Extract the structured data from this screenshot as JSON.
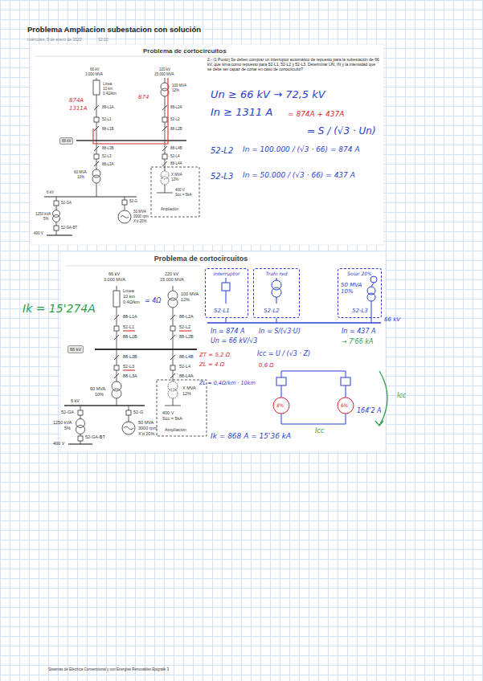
{
  "diagram": {
    "title": "Problema Ampliacion subestacion con solución",
    "nodes": [
      {
        "text": [
          "Problema de cortocircuitos",
          "2.- (1 Punto) Se deben comprar un interruptor automático de repuesto para la subestación de 66 kV, que sirva como repuesto para 52-L1, 52-L2 y 52-L3. Determinar UN, IN y la intensidad que se debe ser capaz de cortar en caso de cortocircuito?"
        ]
      },
      {
        "text": [
          "66 kV"
        ],
        "in": 0
      },
      {
        "text": [
          "Problema de cortocircuitos"
        ]
      },
      {
        "text": [
          "66 kV"
        ],
        "in": 2
      },
      {
        "text": [
          "Interruptor"
        ],
        "in": 2
      },
      {
        "text": [
          "Trafo red"
        ],
        "in": 2
      },
      {
        "text": [
          "Solar 20%"
        ],
        "in": 2
      }
    ],
    "labels": [
      "miércoles, 5 de enero de 2022",
      "12:22",
      "66 kV",
      "3.000 MVA",
      "220 kV",
      "15.000 MVA",
      "Línea",
      "10 km",
      "0,4Ω/km",
      "100 MVA",
      "12%",
      "88-L1A",
      "52-L1",
      "88-L1B",
      "88-L2A",
      "52-L2",
      "88-L2B",
      "88-L3B",
      "52-L3",
      "88-L3A",
      "88-L4B",
      "52-L4",
      "88-L4A",
      "60 MVA",
      "10%",
      "X MVA",
      "12%",
      "400 V",
      "Scc = 5kA",
      "Ampliación",
      "6 kV",
      "52-GA",
      "1250 kVA",
      "5%",
      "52-GA-BT",
      "400 V",
      "52-G",
      "50 MVA",
      "3000 rpm",
      "X'd 20%",
      "874A",
      "1311A",
      "874",
      "Un ≥ 66 kV → 72,5 kV",
      "In ≥ 1311 A",
      "= 874A + 437A",
      "= S / (√3 · Un)",
      "52-L2",
      "In = 100.000 / (√3 · 66) = 874 A",
      "52-L3",
      "In = 50.000 / (√3 · 66) = 437 A",
      "66 kV",
      "3.000 MVA",
      "220 kV",
      "15.000 MVA",
      "Línea",
      "10 km",
      "0,4Ω/km",
      "100 MVA",
      "12%",
      "88-L1A",
      "52-L1",
      "88-L1B",
      "88-L2A",
      "52-L2",
      "88-L2B",
      "88-L3B",
      "52-L3",
      "88-L3A",
      "88-L4B",
      "52-L4",
      "88-L4A",
      "60 MVA",
      "10%",
      "X MVA",
      "12%",
      "400 V",
      "Scc = 5kA",
      "Ampliación",
      "6 kV",
      "52-GA",
      "1250 kVA",
      "5%",
      "52-GA-BT",
      "400 V",
      "52-G",
      "50 MVA",
      "3000 rpm",
      "X'd 20%",
      "Ik = 15'274A",
      "= 4Ω",
      "52-L1",
      "52-L2",
      "50 MVA",
      "10%",
      "52-L3",
      "66 kV",
      "In = 874 A",
      "Un = 66 kV/√3",
      "In = S/(√3·U)",
      "In = 437 A",
      "→ 7'66 kA",
      "ZT = 5,2 Ω",
      "ZL = 4 Ω",
      "ZL = 0,4Ω/km · 10km",
      "Icc = U / (√3 · Z)",
      "0,6 Ω",
      "8%",
      "6%",
      "164'2 A",
      "Ik = 868 A = 15'36 kA",
      "Icc",
      "Icc",
      "Sistemas de Eléctrica Convencional y con Energías Renovables Epígrafe 3"
    ]
  }
}
